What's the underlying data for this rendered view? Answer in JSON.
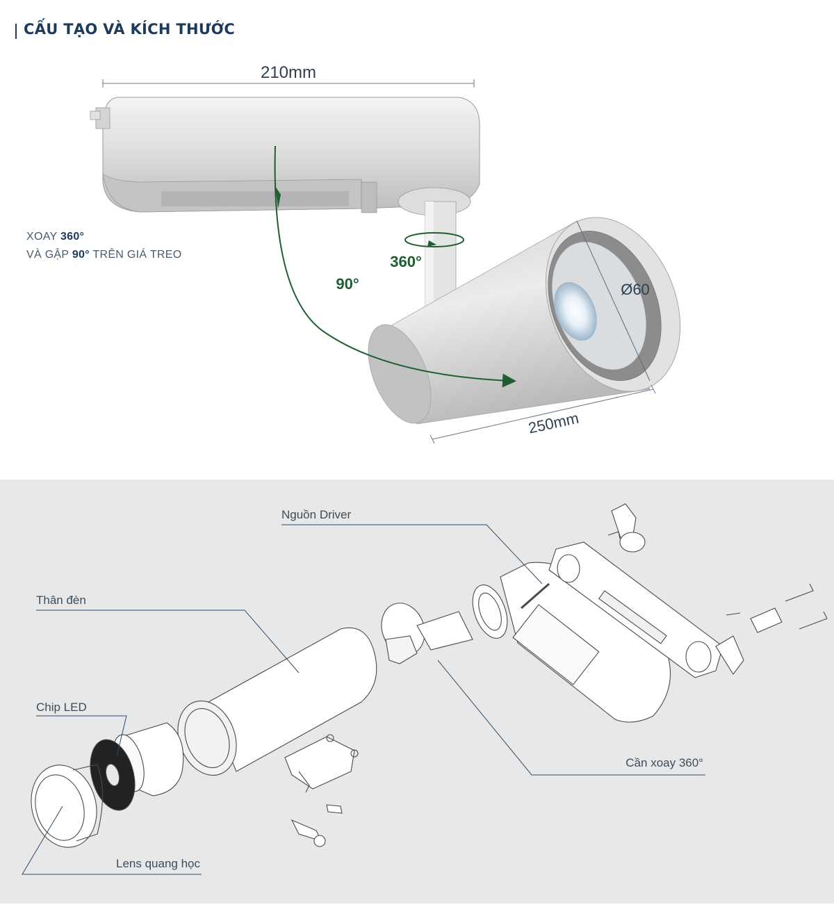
{
  "title": "CẤU TẠO VÀ KÍCH THƯỚC",
  "dimensions": {
    "width_top": "210mm",
    "length": "250mm",
    "diameter": "Ø60"
  },
  "rotation": {
    "spin": "360°",
    "tilt": "90°",
    "note_line1_pre": "XOAY ",
    "note_line1_bold": "360°",
    "note_line2_pre": "VÀ GẬP ",
    "note_line2_bold": "90°",
    "note_line2_post": " TRÊN GIÁ TREO"
  },
  "parts": {
    "driver": "Nguồn Driver",
    "body": "Thân đèn",
    "chip": "Chip LED",
    "arm": "Cần xoay 360°",
    "lens": "Lens quang học"
  },
  "colors": {
    "title": "#1b3a5c",
    "accent_green": "#1f5e33",
    "line_blue": "#2d4a6b"
  }
}
